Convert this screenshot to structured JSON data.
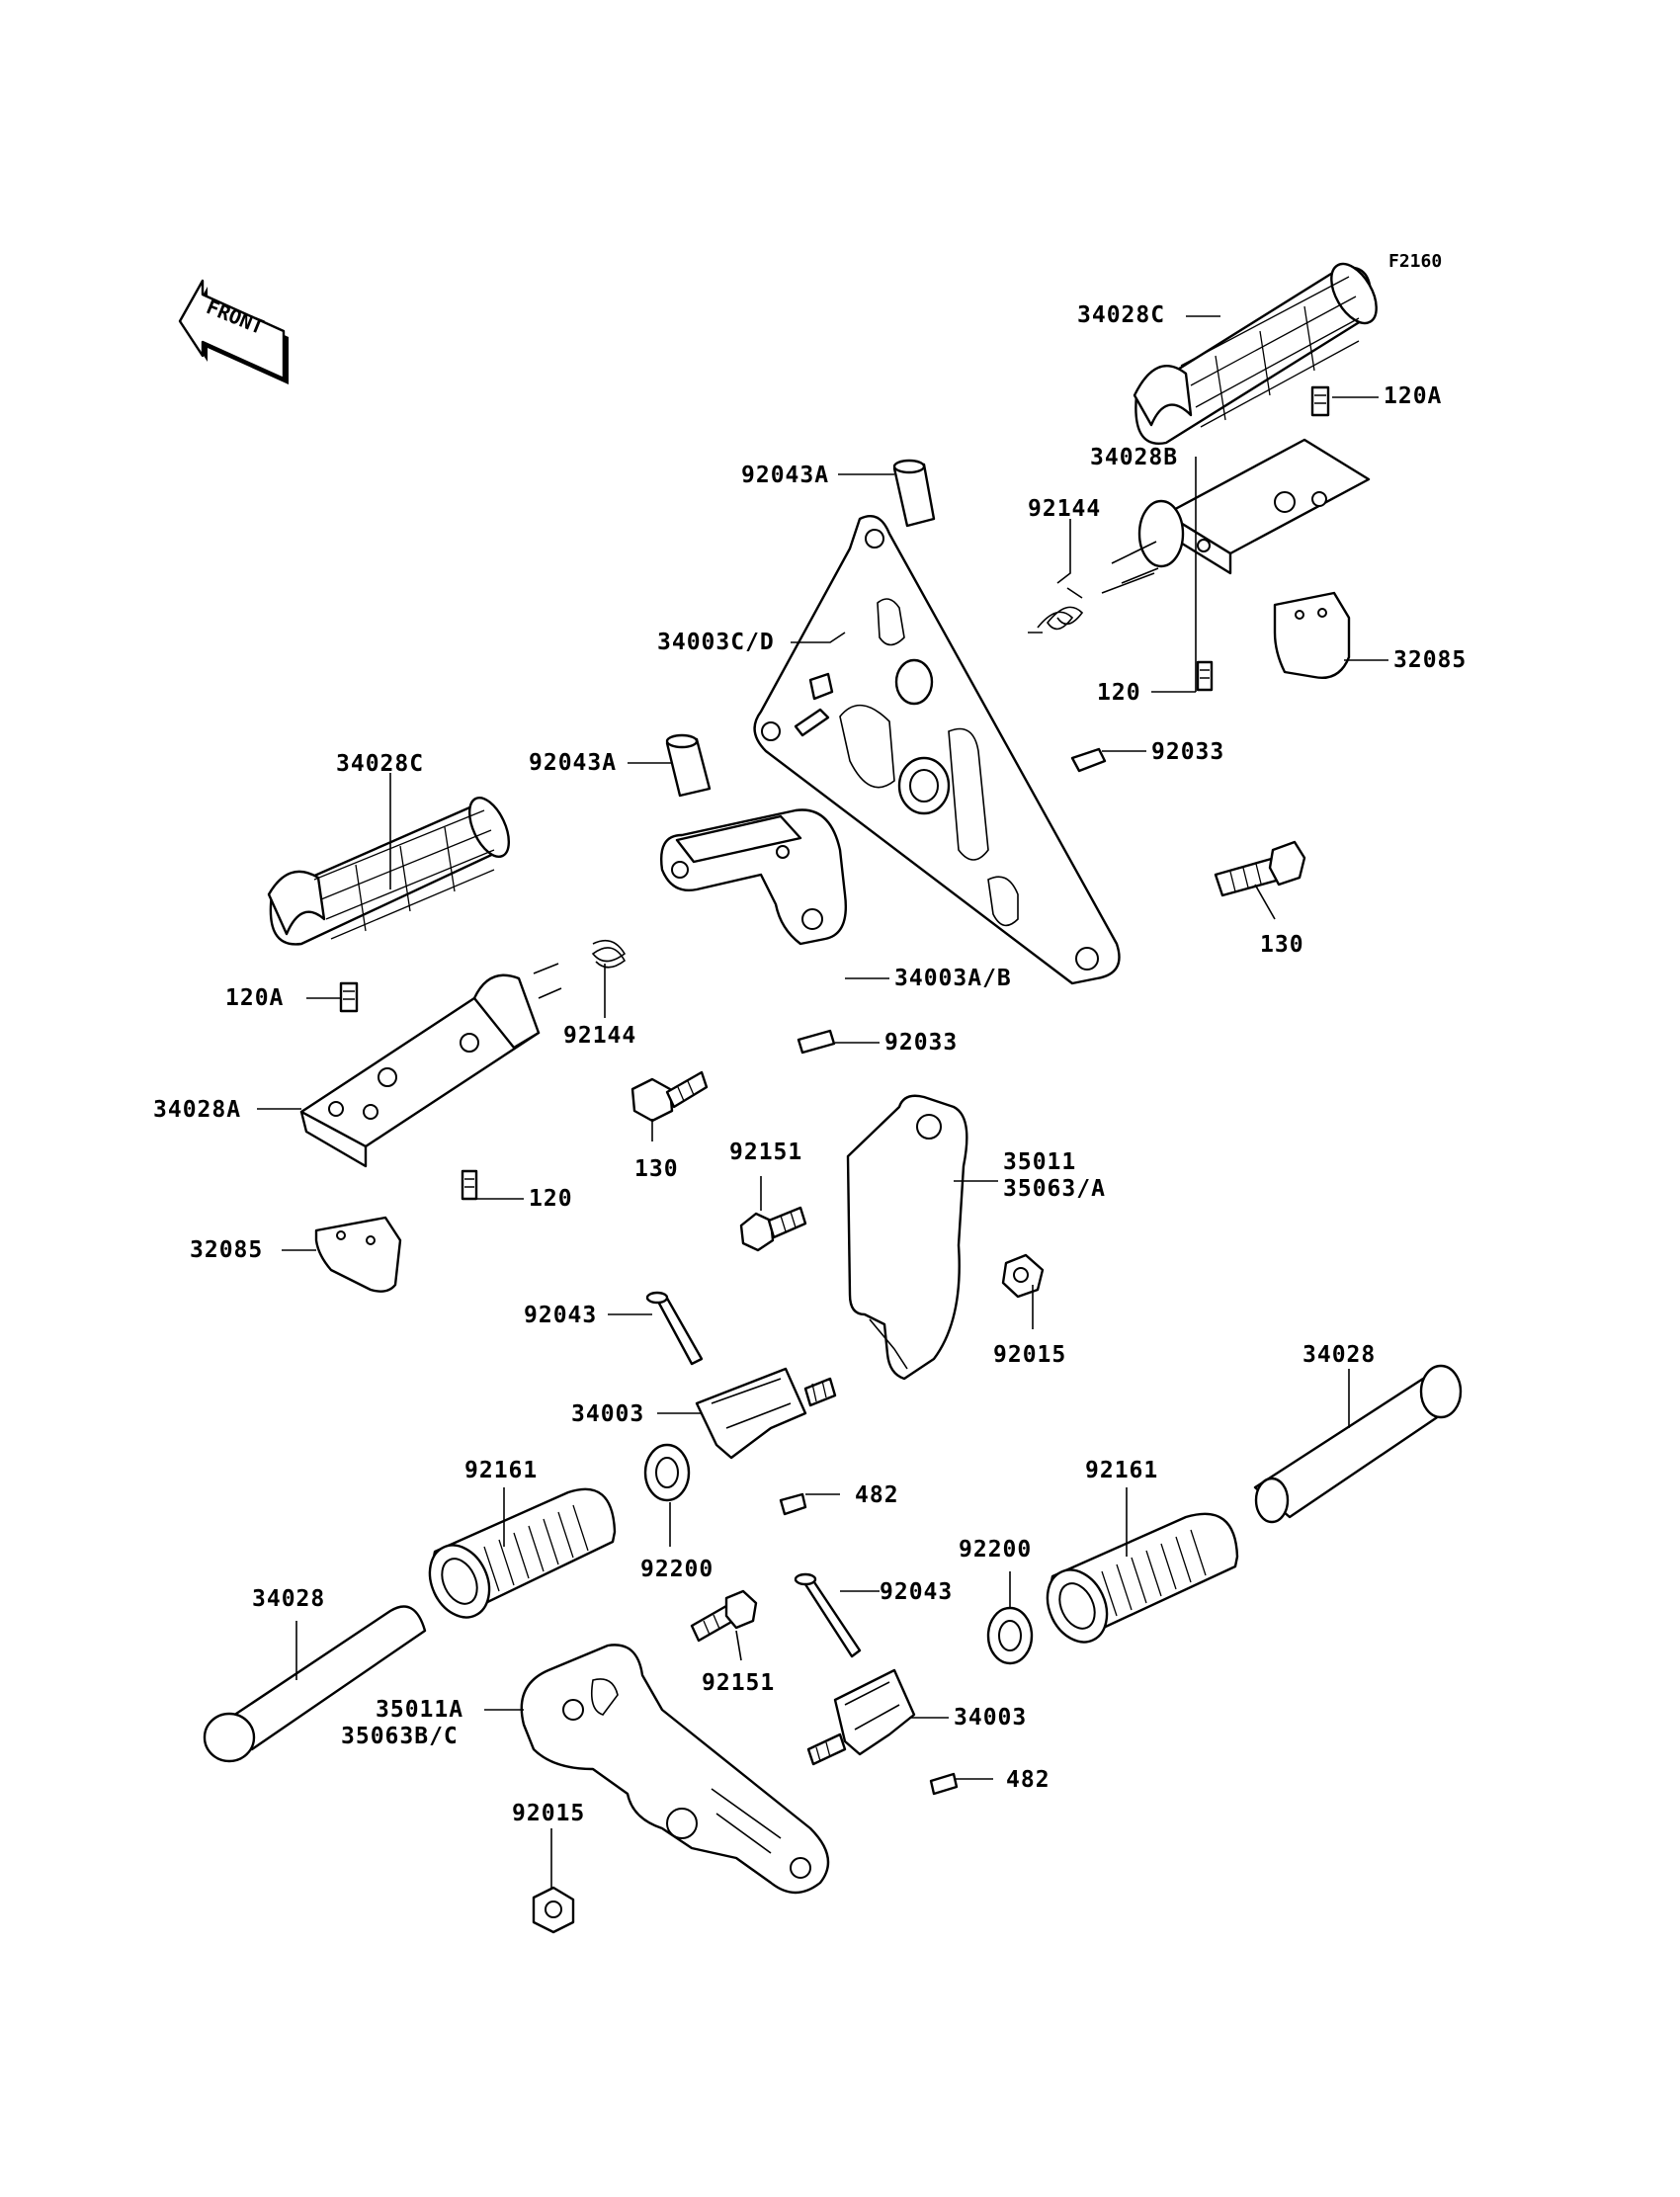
{
  "figure_code": "F2160",
  "front_label": "FRONT",
  "callouts": [
    {
      "id": "c01",
      "text": "34028C"
    },
    {
      "id": "c02",
      "text": "120A"
    },
    {
      "id": "c03",
      "text": "34028B"
    },
    {
      "id": "c04",
      "text": "92043A"
    },
    {
      "id": "c05",
      "text": "92144"
    },
    {
      "id": "c06",
      "text": "34003C/D"
    },
    {
      "id": "c07",
      "text": "120"
    },
    {
      "id": "c08",
      "text": "32085"
    },
    {
      "id": "c09",
      "text": "92033"
    },
    {
      "id": "c10",
      "text": "34028C"
    },
    {
      "id": "c11",
      "text": "92043A"
    },
    {
      "id": "c12",
      "text": "130"
    },
    {
      "id": "c13",
      "text": "34003A/B"
    },
    {
      "id": "c14",
      "text": "120A"
    },
    {
      "id": "c15",
      "text": "92144"
    },
    {
      "id": "c16",
      "text": "92033"
    },
    {
      "id": "c17",
      "text": "34028A"
    },
    {
      "id": "c18",
      "text": "130"
    },
    {
      "id": "c19",
      "text": "92151"
    },
    {
      "id": "c20",
      "text": "35011"
    },
    {
      "id": "c21",
      "text": "35063/A"
    },
    {
      "id": "c22",
      "text": "120"
    },
    {
      "id": "c23",
      "text": "32085"
    },
    {
      "id": "c24",
      "text": "92043"
    },
    {
      "id": "c25",
      "text": "92015"
    },
    {
      "id": "c26",
      "text": "34028"
    },
    {
      "id": "c27",
      "text": "34003"
    },
    {
      "id": "c28",
      "text": "92161"
    },
    {
      "id": "c29",
      "text": "92161"
    },
    {
      "id": "c30",
      "text": "482"
    },
    {
      "id": "c31",
      "text": "92200"
    },
    {
      "id": "c32",
      "text": "92200"
    },
    {
      "id": "c33",
      "text": "34028"
    },
    {
      "id": "c34",
      "text": "92043"
    },
    {
      "id": "c35",
      "text": "92151"
    },
    {
      "id": "c36",
      "text": "35011A"
    },
    {
      "id": "c37",
      "text": "35063B/C"
    },
    {
      "id": "c38",
      "text": "34003"
    },
    {
      "id": "c39",
      "text": "482"
    },
    {
      "id": "c40",
      "text": "92015"
    }
  ]
}
